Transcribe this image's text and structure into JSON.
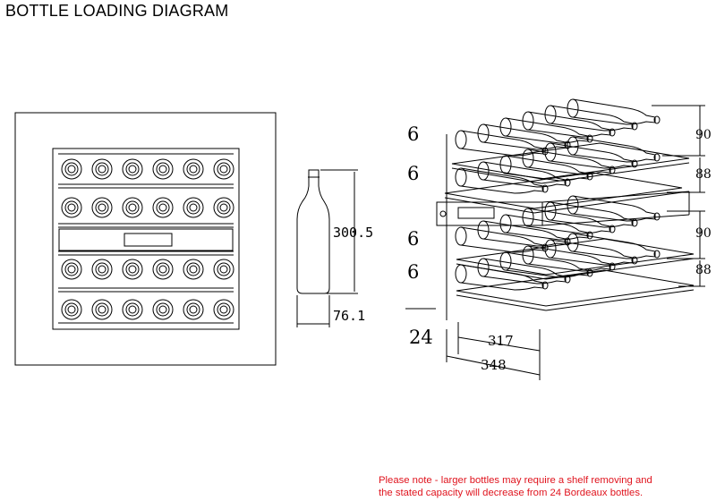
{
  "title": "BOTTLE LOADING DIAGRAM",
  "bottle": {
    "height_label": "300.5",
    "diameter_label": "76.1"
  },
  "shelf_counts": [
    "6",
    "6",
    "6",
    "6"
  ],
  "total_count": "24",
  "shelf_heights": [
    "90",
    "88",
    "90",
    "88"
  ],
  "depth_labels": {
    "inner": "317",
    "outer": "348"
  },
  "note": "Please note - larger bottles may require a shelf removing and\nthe stated capacity will decrease from 24 Bordeaux bottles.",
  "colors": {
    "line": "#000000",
    "note": "#e0141e"
  }
}
